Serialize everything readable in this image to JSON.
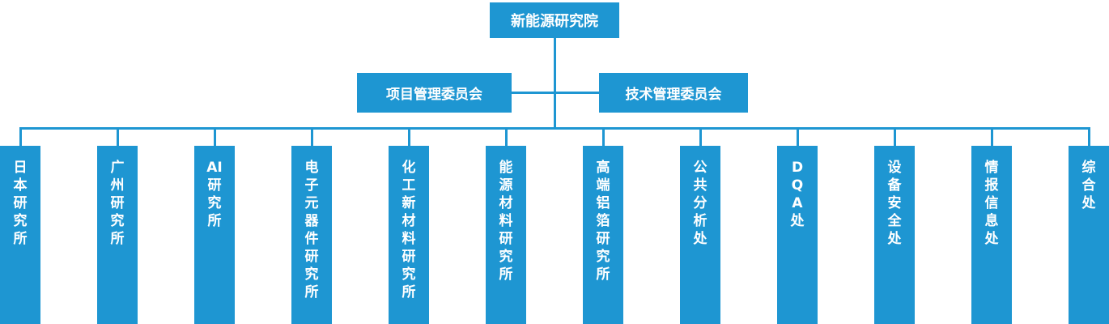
{
  "root": {
    "label": "新能源研究院"
  },
  "committees": [
    {
      "label": "项目管理委员会"
    },
    {
      "label": "技术管理委员会"
    }
  ],
  "departments": [
    {
      "label": "日本研究所",
      "lines": [
        "日",
        "本",
        "研",
        "究",
        "所"
      ]
    },
    {
      "label": "广州研究所",
      "lines": [
        "广",
        "州",
        "研",
        "究",
        "所"
      ]
    },
    {
      "label": "AI研究所",
      "lines": [
        "AI",
        "研",
        "究",
        "所"
      ]
    },
    {
      "label": "电子元器件研究所",
      "lines": [
        "电",
        "子",
        "元",
        "器",
        "件",
        "研",
        "究",
        "所"
      ]
    },
    {
      "label": "化工新材料研究所",
      "lines": [
        "化",
        "工",
        "新",
        "材",
        "料",
        "研",
        "究",
        "所"
      ]
    },
    {
      "label": "能源材料研究所",
      "lines": [
        "能",
        "源",
        "材",
        "料",
        "研",
        "究",
        "所"
      ]
    },
    {
      "label": "高端铝箔研究所",
      "lines": [
        "高",
        "端",
        "铝",
        "箔",
        "研",
        "究",
        "所"
      ]
    },
    {
      "label": "公共分析处",
      "lines": [
        "公",
        "共",
        "分",
        "析",
        "处"
      ]
    },
    {
      "label": "DQA处",
      "lines": [
        "D",
        "Q",
        "A",
        "处"
      ]
    },
    {
      "label": "设备安全处",
      "lines": [
        "设",
        "备",
        "安",
        "全",
        "处"
      ]
    },
    {
      "label": "情报信息处",
      "lines": [
        "情",
        "报",
        "信",
        "息",
        "处"
      ]
    },
    {
      "label": "综合处",
      "lines": [
        "综",
        "合",
        "处"
      ]
    }
  ],
  "colors": {
    "accent_blue": "#1E96D2",
    "text_white": "#FFFFFF",
    "background": "#FFFFFF"
  }
}
